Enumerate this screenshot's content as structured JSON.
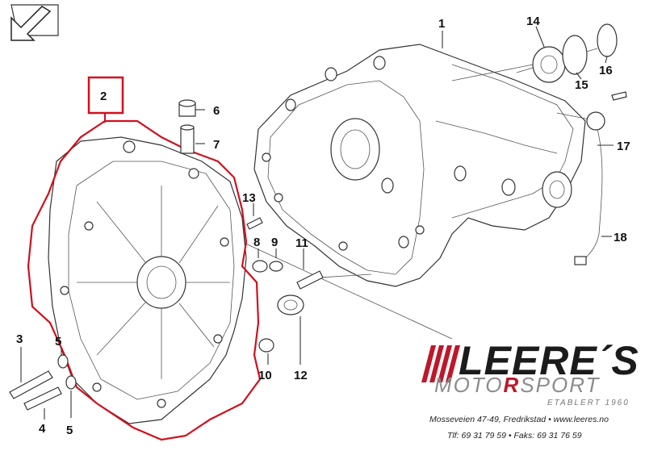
{
  "callouts": {
    "c1": "1",
    "c2": "2",
    "c3": "3",
    "c4": "4",
    "c5a": "5",
    "c5b": "5",
    "c6": "6",
    "c7": "7",
    "c8": "8",
    "c9": "9",
    "c10": "10",
    "c11": "11",
    "c12": "12",
    "c13": "13",
    "c14": "14",
    "c15": "15",
    "c16": "16",
    "c17": "17",
    "c18": "18"
  },
  "highlight_color": "#d0101c",
  "logo": {
    "brand_main": "LEERE´S",
    "brand_sub_a": "MOTO",
    "brand_sub_r": "R",
    "brand_sub_b": "SPORT",
    "tagline": "ETABLERT 1960",
    "address": "Mosseveien 47-49, Fredrikstad   •  www.leeres.no",
    "phones": "Tlf: 69 31 79 59 • Faks: 69 31 76 59",
    "accent_color": "#c0162a"
  }
}
